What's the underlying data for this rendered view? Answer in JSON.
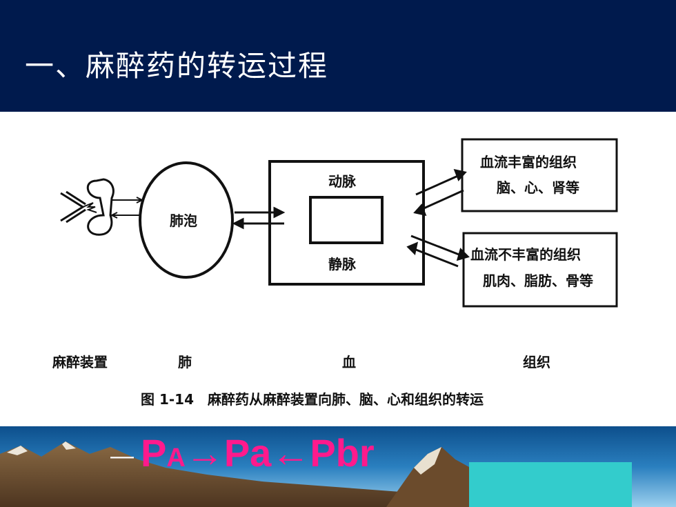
{
  "slide": {
    "title": "一、麻醉药的转运过程"
  },
  "diagram": {
    "alveolus_label": "肺泡",
    "artery_label": "动脉",
    "vein_label": "静脉",
    "rich_tissue": {
      "line1": "血流丰富的组织",
      "line2": "脑、心、肾等"
    },
    "poor_tissue": {
      "line1": "血流不丰富的组织",
      "line2": "肌肉、脂肪、骨等"
    },
    "bottom_labels": {
      "device": "麻醉装置",
      "lung": "肺",
      "blood": "血",
      "tissue": "组织"
    },
    "caption": "图 1-14　麻醉药从麻醉装置向肺、脑、心和组织的转运"
  },
  "formula": {
    "lead": "—",
    "p_alveolar": "P",
    "p_alveolar_sub": "A",
    "arrow_right": "→",
    "p_arterial": "Pa",
    "arrow_left": "←",
    "p_brain": "Pbr"
  },
  "colors": {
    "header_bg": "#001a4d",
    "formula_pink": "#ff1a8c",
    "teal": "#33cccc",
    "mountain_brown": "#7a5a38"
  }
}
